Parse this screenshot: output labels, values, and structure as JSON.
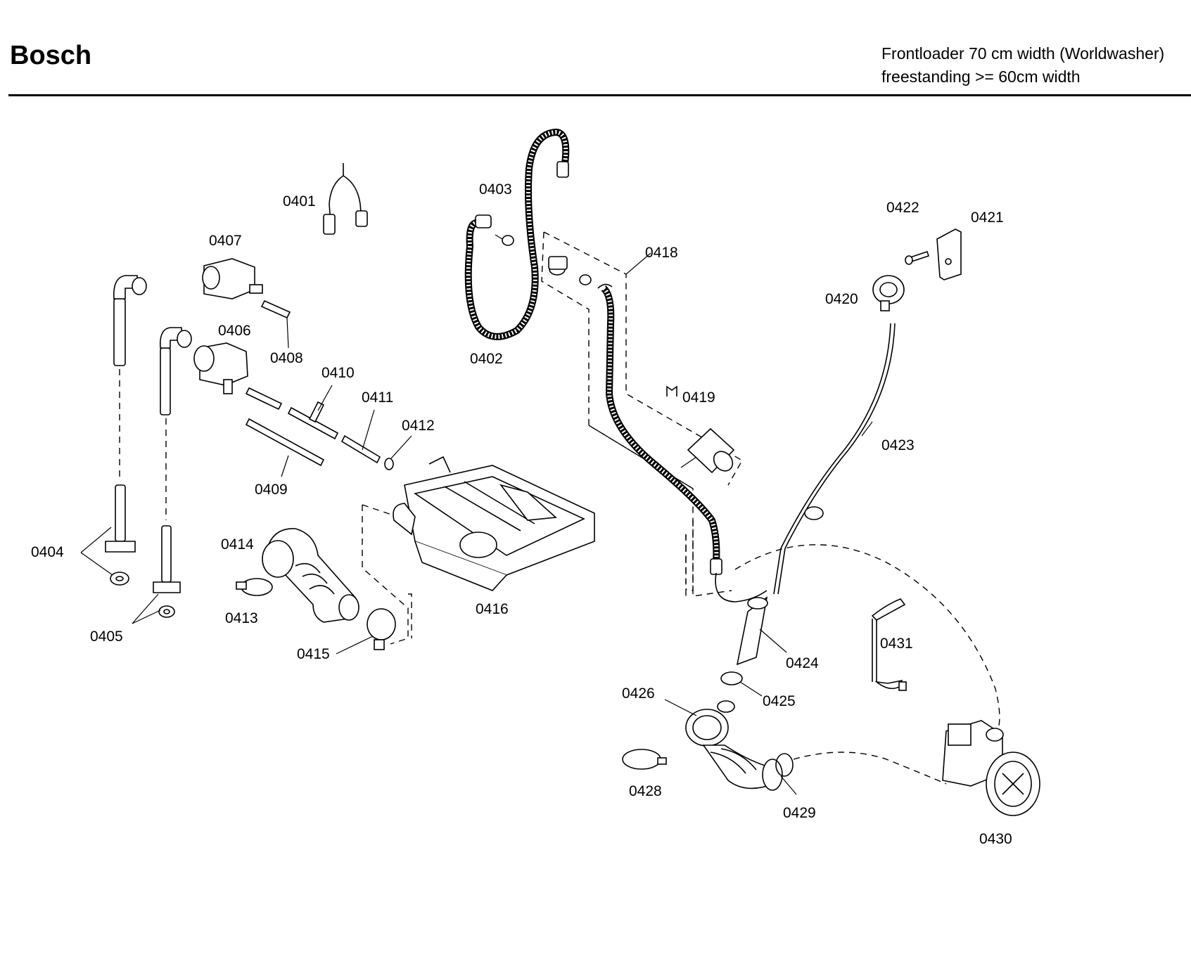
{
  "header": {
    "brand": "Bosch",
    "subtitle_line1": "Frontloader 70 cm width (Worldwasher)",
    "subtitle_line2": "freestanding >= 60cm width"
  },
  "callouts": {
    "p0401": "0401",
    "p0402": "0402",
    "p0403": "0403",
    "p0404": "0404",
    "p0405": "0405",
    "p0406": "0406",
    "p0407": "0407",
    "p0408": "0408",
    "p0409": "0409",
    "p0410": "0410",
    "p0411": "0411",
    "p0412": "0412",
    "p0413": "0413",
    "p0414": "0414",
    "p0415": "0415",
    "p0416": "0416",
    "p0418": "0418",
    "p0419": "0419",
    "p0420": "0420",
    "p0421": "0421",
    "p0422": "0422",
    "p0423": "0423",
    "p0424": "0424",
    "p0425": "0425",
    "p0426": "0426",
    "p0428": "0428",
    "p0429": "0429",
    "p0430": "0430",
    "p0431": "0431"
  }
}
